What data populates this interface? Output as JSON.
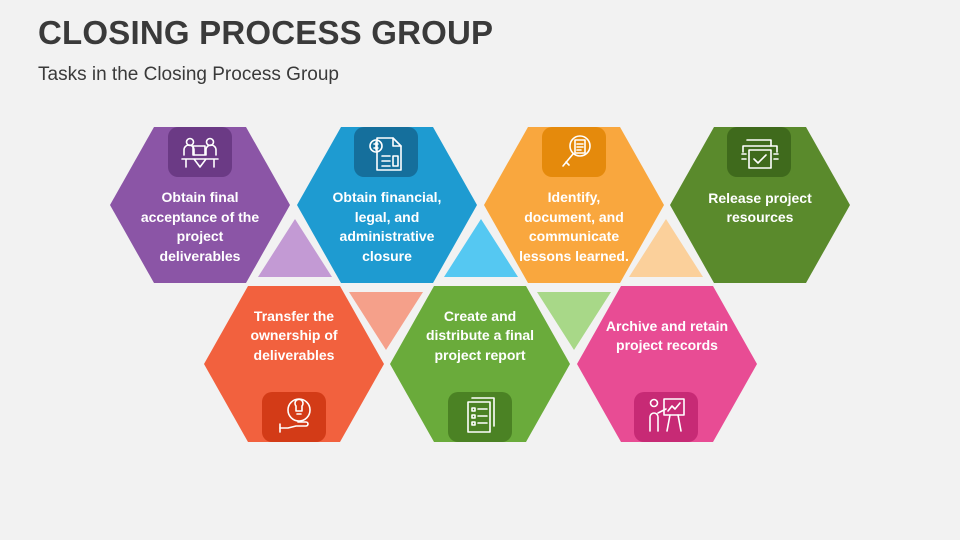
{
  "title": "CLOSING PROCESS GROUP",
  "subtitle": "Tasks in the Closing Process Group",
  "hexagons": [
    {
      "label": "Obtain final acceptance of the project deliverables",
      "color": "#8b55a6",
      "tab_color": "#6b3a85",
      "icon": "meeting-icon"
    },
    {
      "label": "Obtain financial, legal, and administrative closure",
      "color": "#1e9bd1",
      "tab_color": "#156f9c",
      "icon": "finance-document-icon"
    },
    {
      "label": "Identify, document, and communicate lessons learned.",
      "color": "#f9a73e",
      "tab_color": "#e58a0c",
      "icon": "magnifier-document-icon"
    },
    {
      "label": "Release project resources",
      "color": "#5a8a2c",
      "tab_color": "#3f6a1c",
      "icon": "printer-check-icon"
    },
    {
      "label": "Transfer the ownership of deliverables",
      "color": "#f2613e",
      "tab_color": "#d33b17",
      "icon": "hand-lightbulb-icon"
    },
    {
      "label": "Create and distribute a final project report",
      "color": "#6aab3b",
      "tab_color": "#4b8224",
      "icon": "report-list-icon"
    },
    {
      "label": "Archive and retain project records",
      "color": "#e84c94",
      "tab_color": "#c72a75",
      "icon": "presenter-board-icon"
    }
  ],
  "triangles": [
    {
      "color": "#c39ad4"
    },
    {
      "color": "#f5a08a"
    },
    {
      "color": "#55c8f2"
    },
    {
      "color": "#a8d888"
    },
    {
      "color": "#fbd09b"
    }
  ]
}
